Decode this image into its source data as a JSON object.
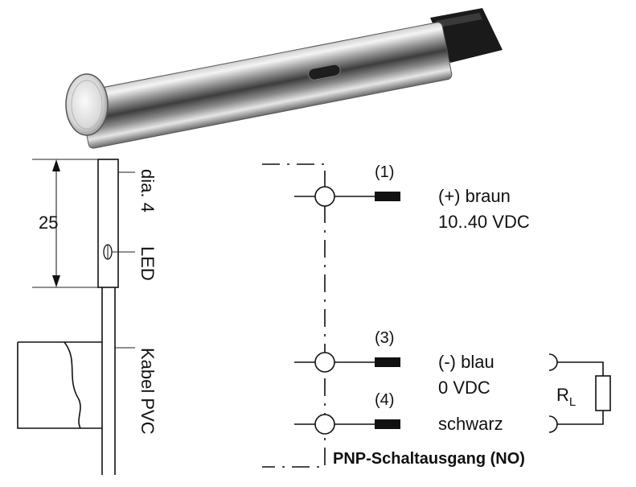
{
  "dimensions": {
    "length": "25",
    "diameter": "dia. 4",
    "led": "LED",
    "cable": "Kabel PVC"
  },
  "pins": [
    {
      "number": "(1)",
      "label": "(+) braun",
      "sub": "10..40 VDC"
    },
    {
      "number": "(3)",
      "label": "(-) blau",
      "sub": "0 VDC"
    },
    {
      "number": "(4)",
      "label": "schwarz",
      "sub": ""
    }
  ],
  "load": {
    "label": "R",
    "subscript": "L"
  },
  "output_title": "PNP-Schaltausgang (NO)",
  "colors": {
    "ink": "#111111",
    "steel_light": "#f2f2f2",
    "steel_dark": "#3a3a3a",
    "cable": "#1a1a1a"
  }
}
